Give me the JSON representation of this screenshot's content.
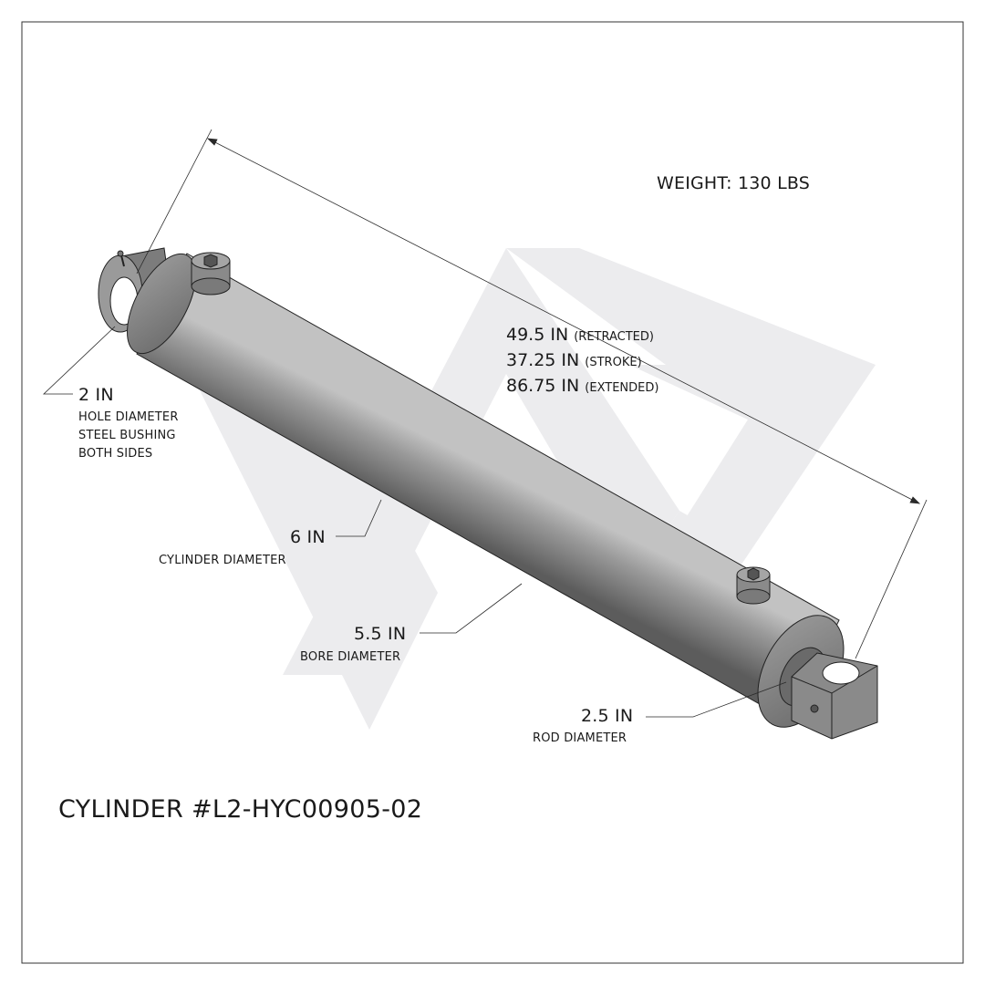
{
  "weight": "WEIGHT: 130 LBS",
  "length": {
    "retracted_value": "49.5 IN",
    "retracted_note": "(RETRACTED)",
    "stroke_value": "37.25 IN",
    "stroke_note": "(STROKE)",
    "extended_value": "86.75 IN",
    "extended_note": "(EXTENDED)"
  },
  "hole": {
    "value": "2 IN",
    "line1": "HOLE DIAMETER",
    "line2": "STEEL BUSHING",
    "line3": "BOTH SIDES"
  },
  "cylinder": {
    "value": "6 IN",
    "label": "CYLINDER DIAMETER"
  },
  "bore": {
    "value": "5.5 IN",
    "label": "BORE DIAMETER"
  },
  "rod": {
    "value": "2.5 IN",
    "label": "ROD DIAMETER"
  },
  "part_number": "CYLINDER #L2-HYC00905-02",
  "colors": {
    "body": "#8e8e8e",
    "body_light": "#b3b3b3",
    "body_dark": "#5e5e5e",
    "watermark": "#ececee",
    "line": "#2a2a2a"
  }
}
